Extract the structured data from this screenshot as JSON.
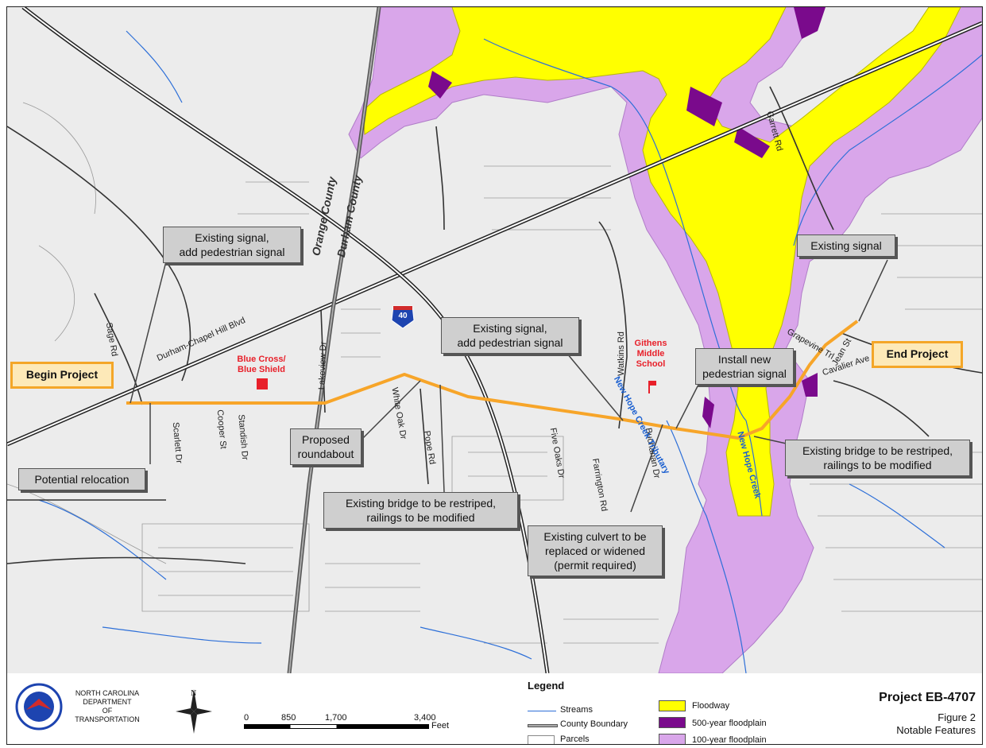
{
  "map": {
    "callouts": {
      "signal_west": "Existing signal,\nadd pedestrian signal",
      "potential_relocation": "Potential relocation",
      "proposed_roundabout": "Proposed\nroundabout",
      "bridge_west": "Existing bridge to be restriped,\nrailings to be modified",
      "signal_middle": "Existing signal,\nadd pedestrian signal",
      "culvert": "Existing culvert to be\nreplaced or widened\n(permit required)",
      "install_signal": "Install new\npedestrian signal",
      "bridge_east": "Existing bridge to be restriped,\nrailings to be modified",
      "signal_east": "Existing signal"
    },
    "begin_project": "Begin Project",
    "end_project": "End Project",
    "landmarks": {
      "blue_cross": "Blue Cross/\nBlue Shield",
      "githens": "Githens\nMiddle\nSchool"
    },
    "interstate": "40",
    "counties": {
      "orange": "Orange County",
      "durham": "Durham County"
    },
    "streams": {
      "tributary": "New Hope Creek Tributary",
      "creek": "New Hope Creek"
    },
    "roads": {
      "sage": "Sage Rd",
      "durham_chapel": "Durham-Chapel Hill Blvd",
      "lakeview": "Lakeview Dr",
      "white_oak": "White Oak Dr",
      "pope": "Pope Rd",
      "scarlett": "Scarlett Dr",
      "cooper": "Cooper St",
      "standish": "Standish Dr",
      "five_oaks": "Five Oaks Dr",
      "farrington": "Farrington Rd",
      "buchanan": "Buchanan Dr",
      "watkins": "Watkins Rd",
      "garrett": "Garrett Rd",
      "grapevine": "Grapevine Trl",
      "jean": "Jean St",
      "cavalier": "Cavalier Ave"
    },
    "colors": {
      "floodway": "#ffff00",
      "floodplain500": "#7a0a8c",
      "floodplain100": "#d9a6ea",
      "route": "#f7a529",
      "stream": "#2d6fd8"
    }
  },
  "footer": {
    "agency": "NORTH CAROLINA\nDEPARTMENT\nOF\nTRANSPORTATION",
    "north": "N",
    "scale_ticks": [
      "0",
      "850",
      "1,700",
      "3,400"
    ],
    "scale_unit": "Feet",
    "legend_title": "Legend",
    "legend_items": [
      "Streams",
      "County Boundary",
      "Parcels",
      "Floodway",
      "500-year floodplain",
      "100-year floodplain"
    ],
    "project": "Project EB-4707",
    "figure": "Figure 2",
    "figure_title": "Notable Features"
  }
}
